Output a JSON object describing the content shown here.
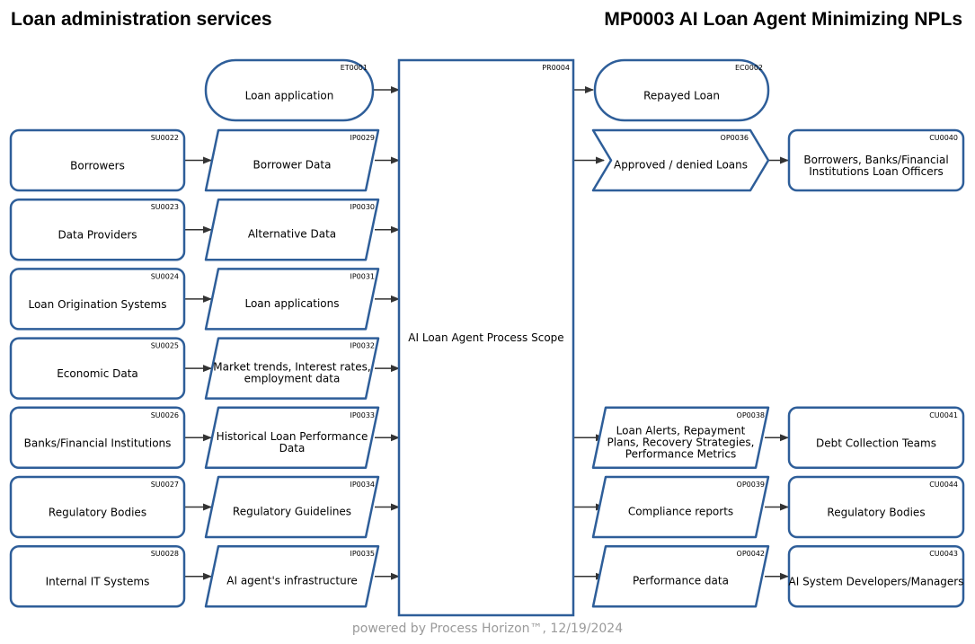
{
  "header": {
    "left_title": "Loan administration services",
    "right_title": "MP0003 AI Loan Agent Minimizing NPLs"
  },
  "footer": "powered by Process Horizon™, 12/19/2024",
  "colors": {
    "stroke": "#2e5e99",
    "arrow": "#333333",
    "text": "#000000"
  },
  "process": {
    "code": "PR0004",
    "label": "AI Loan Agent Process Scope"
  },
  "start_event": {
    "code": "ET0001",
    "label": "Loan application"
  },
  "end_event": {
    "code": "EC0002",
    "label": "Repayed Loan"
  },
  "rows": [
    {
      "supplier": {
        "code": "SU0022",
        "label": "Borrowers"
      },
      "input": {
        "code": "IP0029",
        "label": "Borrower Data"
      }
    },
    {
      "supplier": {
        "code": "SU0023",
        "label": "Data Providers"
      },
      "input": {
        "code": "IP0030",
        "label": "Alternative Data"
      }
    },
    {
      "supplier": {
        "code": "SU0024",
        "label": "Loan Origination Systems"
      },
      "input": {
        "code": "IP0031",
        "label": "Loan applications"
      }
    },
    {
      "supplier": {
        "code": "SU0025",
        "label": "Economic Data"
      },
      "input": {
        "code": "IP0032",
        "label": "Market trends, Interest rates,\nemployment data"
      }
    },
    {
      "supplier": {
        "code": "SU0026",
        "label": "Banks/Financial Institutions"
      },
      "input": {
        "code": "IP0033",
        "label": "Historical Loan Performance\nData"
      }
    },
    {
      "supplier": {
        "code": "SU0027",
        "label": "Regulatory Bodies"
      },
      "input": {
        "code": "IP0034",
        "label": "Regulatory Guidelines"
      }
    },
    {
      "supplier": {
        "code": "SU0028",
        "label": "Internal IT Systems"
      },
      "input": {
        "code": "IP0035",
        "label": "AI agent's infrastructure"
      }
    }
  ],
  "outputs": [
    {
      "row": 0,
      "shape": "chevron",
      "output": {
        "code": "OP0036",
        "label": "Approved / denied Loans"
      },
      "customer": {
        "code": "CU0040",
        "label": "Borrowers, Banks/Financial\nInstitutions Loan Officers"
      }
    },
    {
      "row": 4,
      "shape": "parallelogram",
      "output": {
        "code": "OP0038",
        "label": "Loan Alerts, Repayment\nPlans, Recovery Strategies,\nPerformance Metrics"
      },
      "customer": {
        "code": "CU0041",
        "label": "Debt Collection Teams"
      }
    },
    {
      "row": 5,
      "shape": "parallelogram",
      "output": {
        "code": "OP0039",
        "label": "Compliance reports"
      },
      "customer": {
        "code": "CU0044",
        "label": "Regulatory Bodies"
      }
    },
    {
      "row": 6,
      "shape": "parallelogram",
      "output": {
        "code": "OP0042",
        "label": "Performance data"
      },
      "customer": {
        "code": "CU0043",
        "label": "AI System Developers/Managers"
      }
    }
  ]
}
